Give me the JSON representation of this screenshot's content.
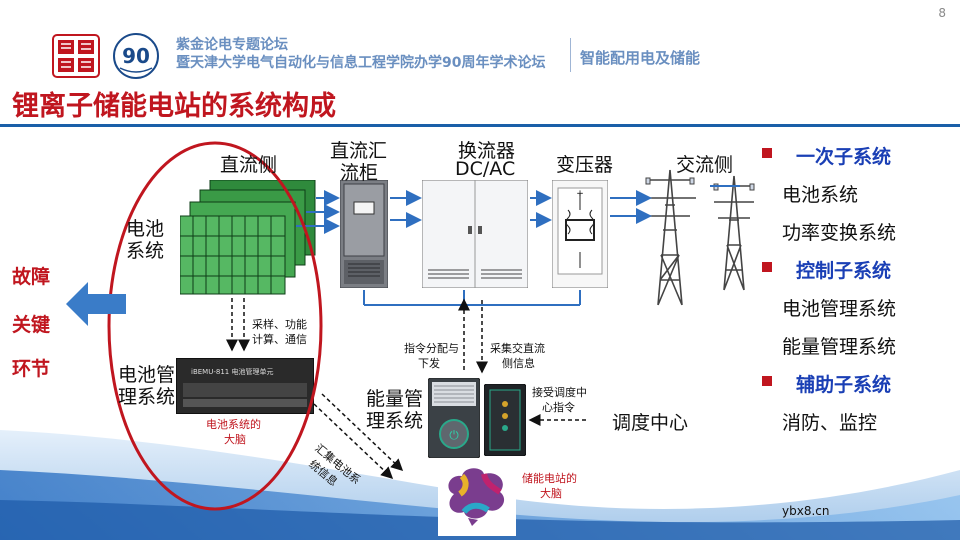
{
  "page_number": "8",
  "header": {
    "line1": "紫金论电专题论坛",
    "line2": "暨天津大学电气自动化与信息工程学院办学90周年学术论坛",
    "topic": "智能配用电及储能"
  },
  "title": "锂离子储能电站的系统构成",
  "diagram": {
    "dc_side": "直流侧",
    "combiner": [
      "直流汇",
      "流柜"
    ],
    "converter": [
      "换流器",
      "DC/AC"
    ],
    "transformer": "变压器",
    "ac_side": "交流侧",
    "battery_system": [
      "电池",
      "系统"
    ],
    "bms": [
      "电池管",
      "理系统"
    ],
    "bms_device_text": "iBEMU-811  电池管理单元",
    "bms_brain": [
      "电池系统的",
      "大脑"
    ],
    "sampling": [
      "采样、功能",
      "计算、通信"
    ],
    "cmd_dist": [
      "指令分配与",
      "下发"
    ],
    "collect_ac_dc": [
      "采集交直流",
      "侧信息"
    ],
    "ems": [
      "能量管",
      "理系统"
    ],
    "receive_dispatch": [
      "接受调度中",
      "心指令"
    ],
    "dispatch_center": "调度中心",
    "aggregate": [
      "汇集电池系",
      "统信息"
    ],
    "station_brain": [
      "储能电站的",
      "大脑"
    ],
    "fault": [
      "故障",
      "关键",
      "环节"
    ]
  },
  "subsystems": [
    {
      "heading": "一次子系统",
      "items": [
        "电池系统",
        "功率变换系统"
      ]
    },
    {
      "heading": "控制子系统",
      "items": [
        "电池管理系统",
        "能量管理系统"
      ]
    },
    {
      "heading": "辅助子系统",
      "items": [
        "消防、监控"
      ]
    }
  ],
  "watermark": "ybx8.cn",
  "colors": {
    "title_red": "#c0161f",
    "heading_blue": "#1a3fb5",
    "arrow_blue": "#2f6fc0",
    "ellipse_red": "#c0161f"
  }
}
